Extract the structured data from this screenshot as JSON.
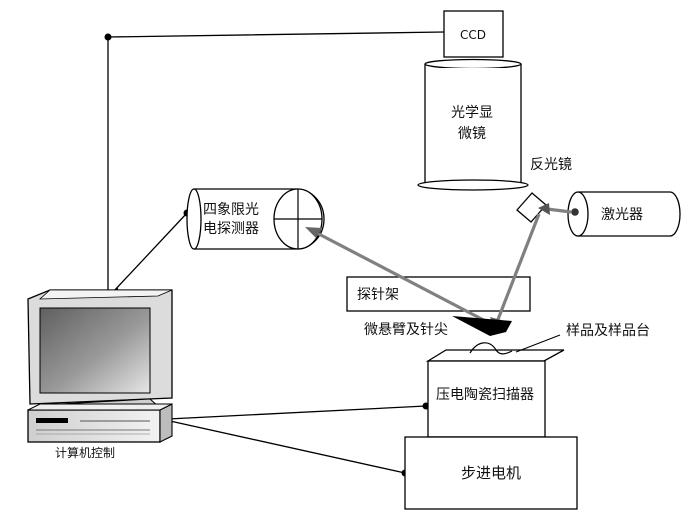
{
  "labels": {
    "ccd": "CCD",
    "microscope_line1": "光学显",
    "microscope_line2": "微镜",
    "mirror": "反光镜",
    "laser": "激光器",
    "detector_line1": "四象限光",
    "detector_line2": "电探测器",
    "probe_holder": "探针架",
    "cantilever": "微悬臂及针尖",
    "sample": "样品及样品台",
    "piezo_scanner": "压电陶瓷扫描器",
    "stepper_motor": "步进电机",
    "computer": "计算机控制"
  },
  "colors": {
    "line": "#000000",
    "beam": "#888888",
    "screen_dark": "#6d6d6d",
    "screen_light": "#d9d9d9",
    "case": "#e4e4e4"
  },
  "icons": {
    "computer": "desktop-computer-icon"
  }
}
